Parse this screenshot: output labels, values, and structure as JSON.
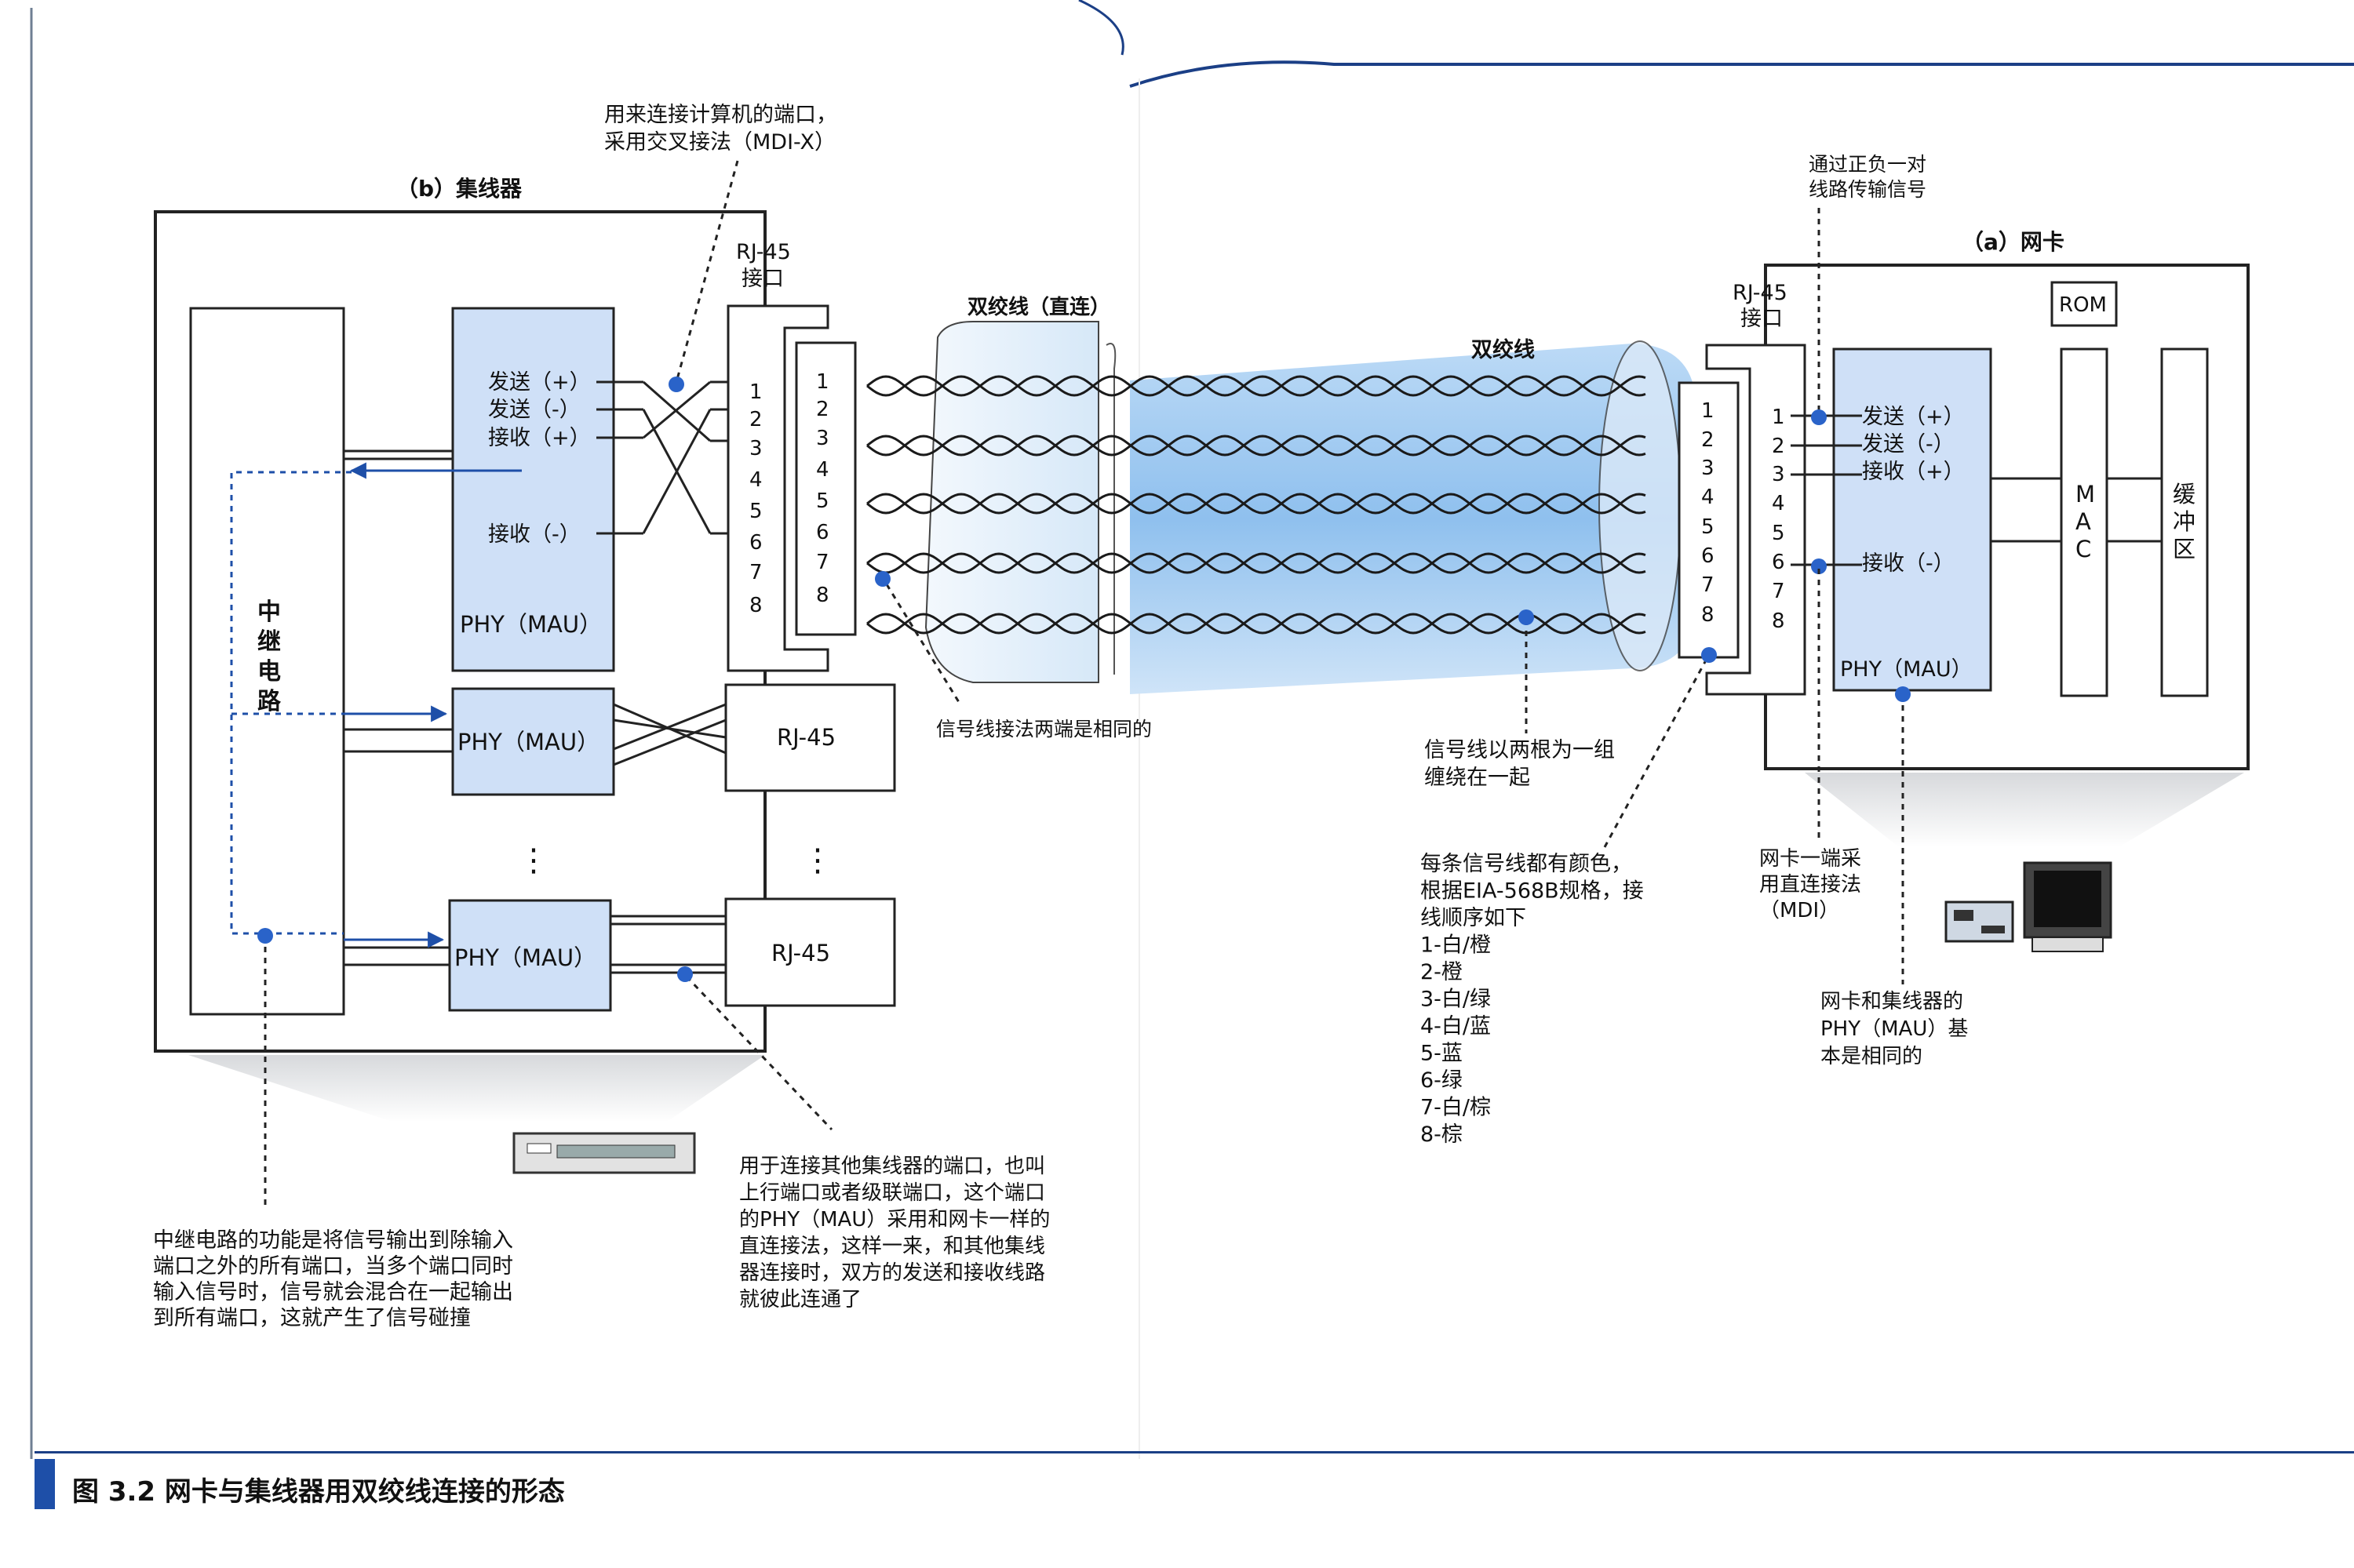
{
  "hub": {
    "title": "（b）集线器",
    "repeater_label": "中继电路",
    "phy_labels": [
      "PHY（MAU）",
      "PHY（MAU）",
      "PHY（MAU）"
    ],
    "signals": [
      "发送（+）",
      "发送（-）",
      "接收（+）",
      "接收（-）"
    ],
    "rj45_header_line1": "RJ-45",
    "rj45_header_line2": "接口",
    "rj45_box_labels": [
      "RJ-45",
      "RJ-45"
    ],
    "pin_numbers": [
      "1",
      "2",
      "3",
      "4",
      "5",
      "6",
      "7",
      "8"
    ],
    "ellipsis": "⋮"
  },
  "nic": {
    "title": "（a）网卡",
    "rom": "ROM",
    "mac": "MAC",
    "buffer": "缓冲区",
    "phy": "PHY（MAU）",
    "signals": [
      "发送（+）",
      "发送（-）",
      "接收（+）",
      "接收（-）"
    ],
    "rj45_header_line1": "RJ-45",
    "rj45_header_line2": "接口",
    "pin_numbers": [
      "1",
      "2",
      "3",
      "4",
      "5",
      "6",
      "7",
      "8"
    ]
  },
  "cable": {
    "left_title": "双绞线（直连）",
    "right_title": "双绞线"
  },
  "annotations": {
    "mdix_line1": "用来连接计算机的端口，",
    "mdix_line2": "采用交叉接法（MDI-X）",
    "same_ends": "信号线接法两端是相同的",
    "pair_line1": "信号线以两根为一组",
    "pair_line2": "缠绕在一起",
    "color_lines": [
      "每条信号线都有颜色，",
      "根据EIA-568B规格，接",
      "线顺序如下",
      "1-白/橙",
      "2-橙",
      "3-白/绿",
      "4-白/蓝",
      "5-蓝",
      "6-绿",
      "7-白/棕",
      "8-棕"
    ],
    "pos_neg_line1": "通过正负一对",
    "pos_neg_line2": "线路传输信号",
    "mdi_lines": [
      "网卡一端采",
      "用直连接法",
      "（MDI）"
    ],
    "same_phy_lines": [
      "网卡和集线器的",
      "PHY（MAU）基",
      "本是相同的"
    ],
    "uplink_lines": [
      "用于连接其他集线器的端口，也叫",
      "上行端口或者级联端口，这个端口",
      "的PHY（MAU）采用和网卡一样的",
      "直连接法，这样一来，和其他集线",
      "器连接时，双方的发送和接收线路",
      "就彼此连通了"
    ],
    "repeater_lines": [
      "中继电路的功能是将信号输出到除输入",
      "端口之外的所有端口，当多个端口同时",
      "输入信号时，信号就会混合在一起输出",
      "到所有端口，这就产生了信号碰撞"
    ]
  },
  "figure_caption": "图 3.2   网卡与集线器用双绞线连接的形态",
  "colors": {
    "phy_fill": "#cfe0f7",
    "cable_blue": "#9cc7f0",
    "accent_blue": "#1e4fa8",
    "dot_blue": "#2a63c9"
  }
}
